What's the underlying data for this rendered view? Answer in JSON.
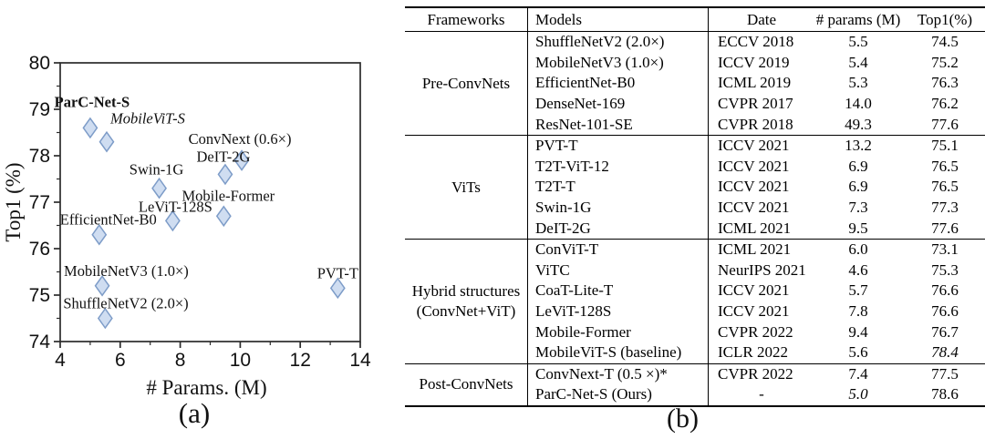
{
  "figure": {
    "caption_a": "(a)",
    "caption_b": "(b)"
  },
  "chart_data": {
    "type": "scatter",
    "title": "",
    "xlabel": "# Params. (M)",
    "ylabel": "Top1 (%)",
    "xlim": [
      4,
      14
    ],
    "ylim": [
      74,
      80
    ],
    "xticks": [
      4,
      6,
      8,
      10,
      12,
      14
    ],
    "yticks": [
      74,
      75,
      76,
      77,
      78,
      79,
      80
    ],
    "x_minor_ticks": [
      5,
      7,
      9,
      11,
      13
    ],
    "y_minor_ticks": [
      74.5,
      75.5,
      76.5,
      77.5,
      78.5,
      79.5
    ],
    "grid": false,
    "legend": "none",
    "marker": {
      "shape": "diamond",
      "fill": "#cfddf1",
      "stroke": "#7d9cc8",
      "width": 15,
      "height": 21
    },
    "points": [
      {
        "label": "ParC-Net-S",
        "x": 5.0,
        "y": 78.6,
        "bold": true,
        "italic": false,
        "anchor": "middle",
        "label_dx": 2,
        "label_dy": -23
      },
      {
        "label": "MobileViT-S",
        "x": 5.55,
        "y": 78.3,
        "bold": false,
        "italic": true,
        "anchor": "start",
        "label_dx": 4,
        "label_dy": -20
      },
      {
        "label": "ConvNext (0.6×)",
        "x": 10.05,
        "y": 77.9,
        "bold": false,
        "italic": false,
        "anchor": "middle",
        "label_dx": -2,
        "label_dy": -18
      },
      {
        "label": "DeIT-2G",
        "x": 9.5,
        "y": 77.6,
        "bold": false,
        "italic": false,
        "anchor": "middle",
        "label_dx": -2,
        "label_dy": -14
      },
      {
        "label": "Swin-1G",
        "x": 7.3,
        "y": 77.3,
        "bold": false,
        "italic": false,
        "anchor": "middle",
        "label_dx": -3,
        "label_dy": -15
      },
      {
        "label": "Mobile-Former",
        "x": 9.45,
        "y": 76.7,
        "bold": false,
        "italic": false,
        "anchor": "middle",
        "label_dx": 5,
        "label_dy": -17
      },
      {
        "label": "LeViT-128S",
        "x": 7.75,
        "y": 76.6,
        "bold": false,
        "italic": false,
        "anchor": "middle",
        "label_dx": 3,
        "label_dy": -10
      },
      {
        "label": "EfficientNet-B0",
        "x": 5.3,
        "y": 76.3,
        "bold": false,
        "italic": false,
        "anchor": "middle",
        "label_dx": 10,
        "label_dy": -11
      },
      {
        "label": "MobileNetV3 (1.0×)",
        "x": 5.4,
        "y": 75.2,
        "bold": false,
        "italic": false,
        "anchor": "start",
        "label_dx": -42,
        "label_dy": -11
      },
      {
        "label": "PVT-T",
        "x": 13.25,
        "y": 75.15,
        "bold": false,
        "italic": false,
        "anchor": "middle",
        "label_dx": 0,
        "label_dy": -11
      },
      {
        "label": "ShuffleNetV2 (2.0×)",
        "x": 5.5,
        "y": 74.5,
        "bold": false,
        "italic": false,
        "anchor": "start",
        "label_dx": -46,
        "label_dy": -11
      }
    ]
  },
  "table": {
    "headers": [
      "Frameworks",
      "Models",
      "Date",
      "# params (M)",
      "Top1(%)"
    ],
    "groups": [
      {
        "framework": [
          "Pre-ConvNets"
        ],
        "rows": [
          {
            "model": "ShuffleNetV2 (2.0×)",
            "date": "ECCV 2018",
            "params": "5.5",
            "top1": "74.5"
          },
          {
            "model": "MobileNetV3 (1.0×)",
            "date": "ICCV 2019",
            "params": "5.4",
            "top1": "75.2"
          },
          {
            "model": "EfficientNet-B0",
            "date": "ICML 2019",
            "params": "5.3",
            "top1": "76.3"
          },
          {
            "model": "DenseNet-169",
            "date": "CVPR 2017",
            "params": "14.0",
            "top1": "76.2"
          },
          {
            "model": "ResNet-101-SE",
            "date": "CVPR 2018",
            "params": "49.3",
            "top1": "77.6"
          }
        ]
      },
      {
        "framework": [
          "ViTs"
        ],
        "rows": [
          {
            "model": "PVT-T",
            "date": "ICCV 2021",
            "params": "13.2",
            "top1": "75.1"
          },
          {
            "model": "T2T-ViT-12",
            "date": "ICCV 2021",
            "params": "6.9",
            "top1": "76.5"
          },
          {
            "model": "T2T-T",
            "date": "ICCV 2021",
            "params": "6.9",
            "top1": "76.5"
          },
          {
            "model": "Swin-1G",
            "date": "ICCV 2021",
            "params": "7.3",
            "top1": "77.3"
          },
          {
            "model": "DeIT-2G",
            "date": "ICML 2021",
            "params": "9.5",
            "top1": "77.6"
          }
        ]
      },
      {
        "framework": [
          "Hybrid structures",
          "(ConvNet+ViT)"
        ],
        "rows": [
          {
            "model": "ConViT-T",
            "date": "ICML 2021",
            "params": "6.0",
            "top1": "73.1"
          },
          {
            "model": "ViTC",
            "date": "NeurIPS 2021",
            "params": "4.6",
            "params_style": "bold",
            "top1": "75.3"
          },
          {
            "model": "CoaT-Lite-T",
            "date": "ICCV 2021",
            "params": "5.7",
            "top1": "76.6"
          },
          {
            "model": "LeViT-128S",
            "date": "ICCV 2021",
            "params": "7.8",
            "top1": "76.6"
          },
          {
            "model": "Mobile-Former",
            "date": "CVPR 2022",
            "params": "9.4",
            "top1": "76.7"
          },
          {
            "model": "MobileViT-S (baseline)",
            "date": "ICLR 2022",
            "params": "5.6",
            "top1": "78.4",
            "top1_style": "italic"
          }
        ]
      },
      {
        "framework": [
          "Post-ConvNets"
        ],
        "rows": [
          {
            "model": "ConvNext-T (0.5 ×)*",
            "date": "CVPR 2022",
            "params": "7.4",
            "top1": "77.5"
          },
          {
            "model": "ParC-Net-S  (Ours)",
            "date": "-",
            "date_align": "center",
            "params": "5.0",
            "params_style": "italic",
            "top1": "78.6",
            "top1_style": "bold"
          }
        ]
      }
    ]
  }
}
